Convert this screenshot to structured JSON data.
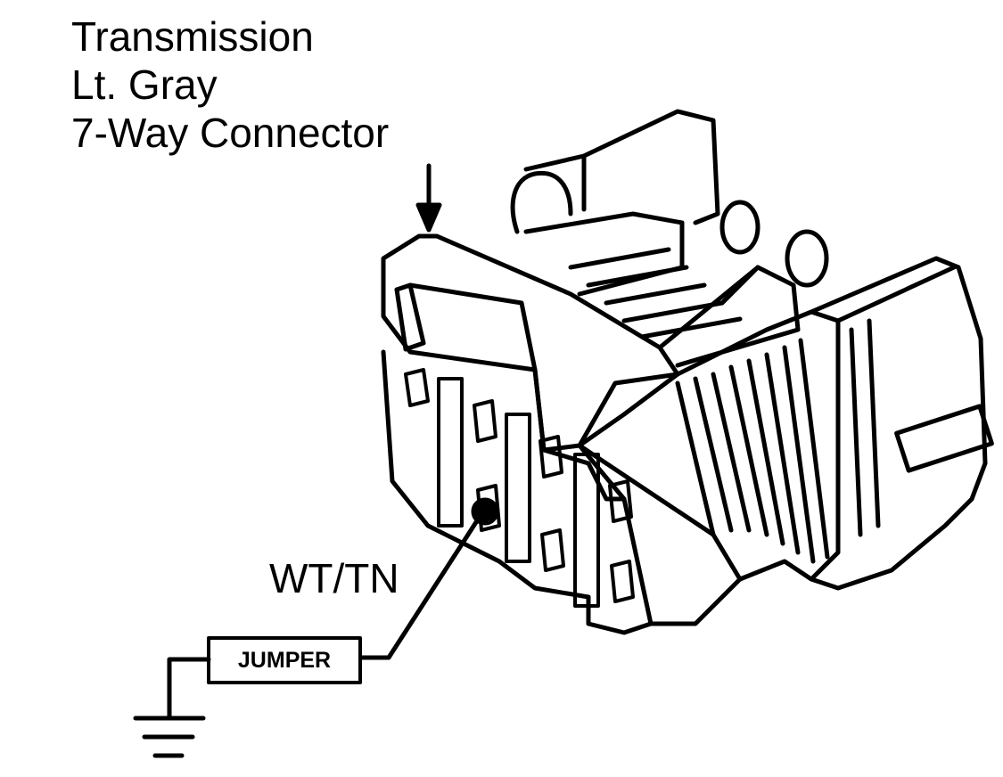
{
  "connector_callout": {
    "line1": "Transmission",
    "line2": "Lt. Gray",
    "line3": "7-Way Connector"
  },
  "wire_label": "WT/TN",
  "jumper_label": "JUMPER",
  "colors": {
    "ink": "#000000",
    "paper": "#ffffff"
  },
  "icons": [
    "down-arrow-icon",
    "ground-symbol-icon",
    "probe-dot-icon"
  ]
}
